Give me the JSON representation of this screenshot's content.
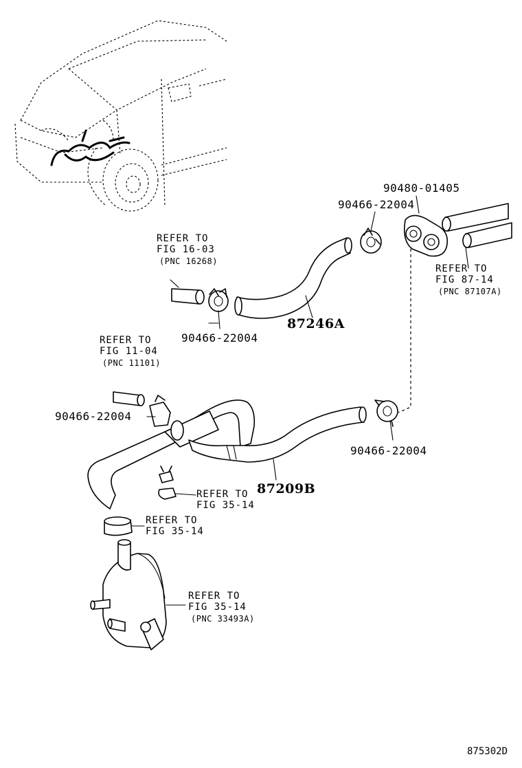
{
  "diagram": {
    "figure_id": "875302D",
    "part_numbers": {
      "clamp_top_right": "90466-22004",
      "grommet": "90480-01405",
      "clamp_upper_left": "90466-22004",
      "hose_upper": "87246A",
      "clamp_left": "90466-22004",
      "clamp_right": "90466-22004",
      "hose_lower": "87209B"
    },
    "references": {
      "ref_16_03": {
        "line1": "REFER TO",
        "line2": "FIG 16-03",
        "line3": "(PNC 16268)"
      },
      "ref_87_14": {
        "line1": "REFER TO",
        "line2": "FIG 87-14",
        "line3": "(PNC 87107A)"
      },
      "ref_11_04": {
        "line1": "REFER TO",
        "line2": "FIG 11-04",
        "line3": "(PNC 11101)"
      },
      "ref_35_14_a": {
        "line1": "REFER TO",
        "line2": "FIG 35-14"
      },
      "ref_35_14_b": {
        "line1": "REFER TO",
        "line2": "FIG 35-14"
      },
      "ref_35_14_c": {
        "line1": "REFER TO",
        "line2": "FIG 35-14",
        "line3": "(PNC 33493A)"
      }
    }
  }
}
